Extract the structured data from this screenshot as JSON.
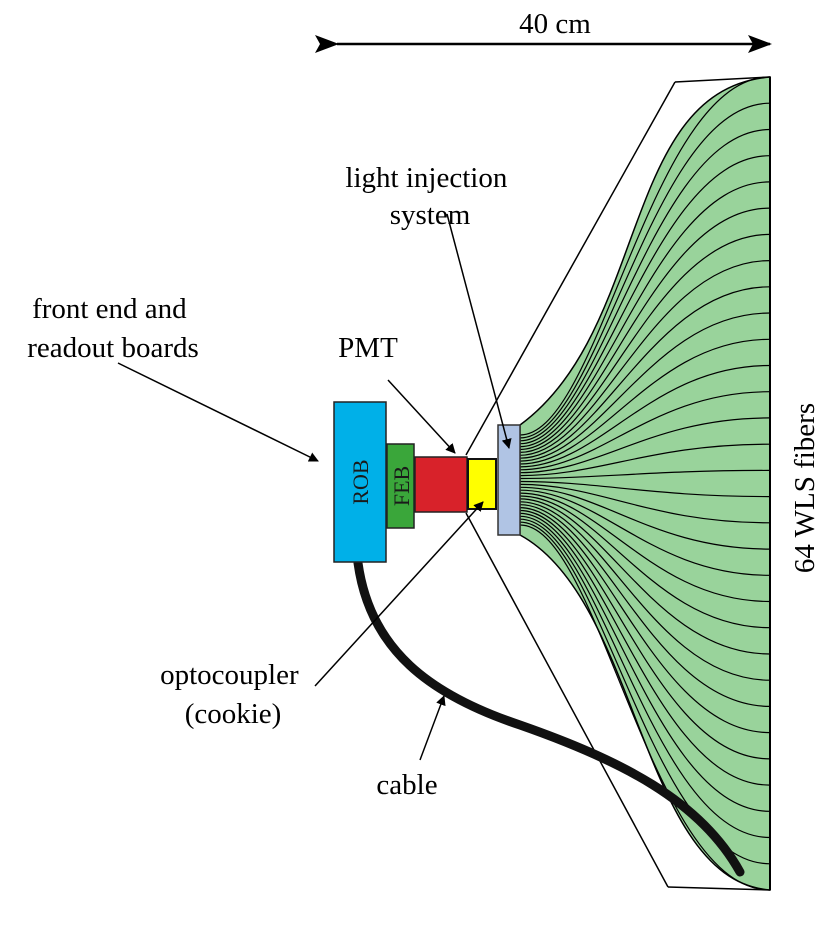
{
  "dimension": {
    "label": "40 cm"
  },
  "labels": {
    "light_injection_line1": "light injection",
    "light_injection_line2": "system",
    "front_end_line1": "front end and",
    "front_end_line2": "readout boards",
    "pmt": "PMT",
    "optocoupler_line1": "optocoupler",
    "optocoupler_line2": "(cookie)",
    "cable": "cable",
    "fibers": "64 WLS fibers"
  },
  "boxes": {
    "rob": {
      "label": "ROB",
      "color": "#00b0e8"
    },
    "feb": {
      "label": "FEB",
      "color": "#3aa63a"
    },
    "pmt": {
      "color": "#d8222a"
    },
    "cookie": {
      "color": "#ffff00"
    },
    "injector": {
      "color": "#b0c4e4"
    }
  },
  "fibers": {
    "color": "#99d39b",
    "count": 64
  }
}
